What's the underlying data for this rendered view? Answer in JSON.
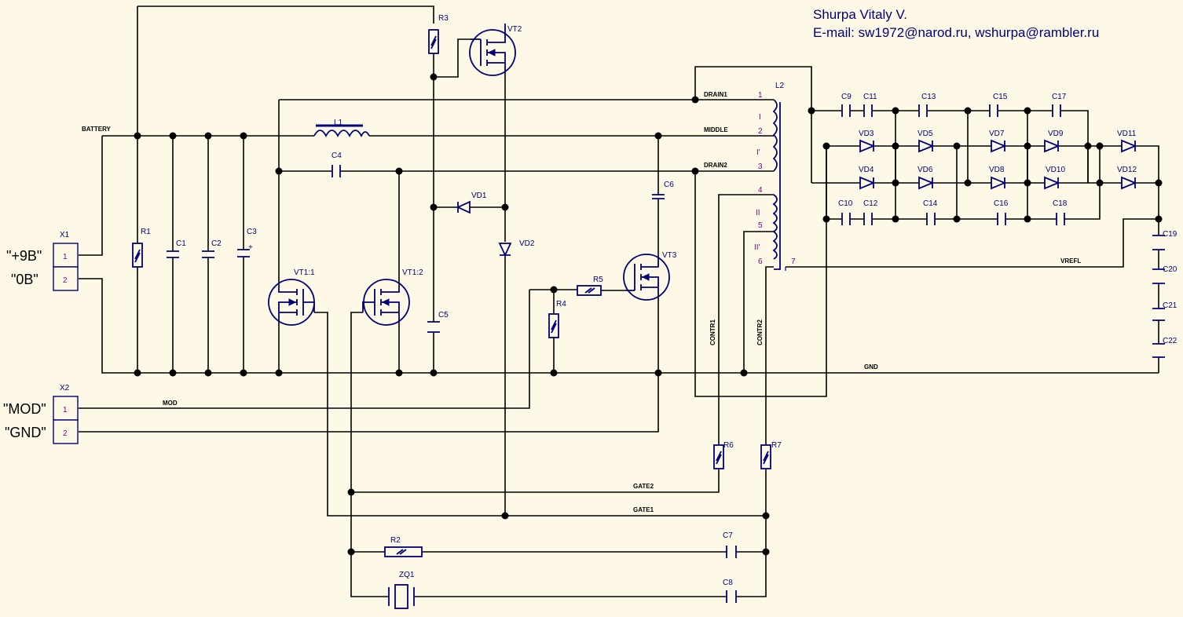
{
  "author": {
    "name": "Shurpa Vitaly V.",
    "email": "E-mail: sw1972@narod.ru, wshurpa@rambler.ru"
  },
  "connectors": {
    "x1": {
      "ref": "X1",
      "pin1": "\"+9В\"",
      "pin2": "\"0В\"",
      "n1": "1",
      "n2": "2"
    },
    "x2": {
      "ref": "X2",
      "pin1": "\"MOD\"",
      "pin2": "\"GND\"",
      "n1": "1",
      "n2": "2"
    }
  },
  "nets": {
    "battery": "BATTERY",
    "drain1": "DRAIN1",
    "middle": "MIDDLE",
    "drain2": "DRAIN2",
    "gnd": "GND",
    "mod": "MOD",
    "gate1": "GATE1",
    "gate2": "GATE2",
    "contr1": "CONTR1",
    "contr2": "CONTR2",
    "vrefl": "VREFL"
  },
  "components": {
    "r1": "R1",
    "r2": "R2",
    "r3": "R3",
    "r4": "R4",
    "r5": "R5",
    "r6": "R6",
    "r7": "R7",
    "c1": "C1",
    "c2": "C2",
    "c3": "C3",
    "c3pol": "+",
    "c4": "C4",
    "c5": "C5",
    "c6": "C6",
    "c7": "C7",
    "c8": "C8",
    "c9": "C9",
    "c10": "C10",
    "c11": "C11",
    "c12": "C12",
    "c13": "C13",
    "c14": "C14",
    "c15": "C15",
    "c16": "C16",
    "c17": "C17",
    "c18": "C18",
    "c19": "C19",
    "c20": "C20",
    "c21": "C21",
    "c22": "C22",
    "l1": "L1",
    "l2": "L2",
    "vt1a": "VT1:1",
    "vt1b": "VT1:2",
    "vt2": "VT2",
    "vt3": "VT3",
    "vd1": "VD1",
    "vd2": "VD2",
    "vd3": "VD3",
    "vd4": "VD4",
    "vd5": "VD5",
    "vd6": "VD6",
    "vd7": "VD7",
    "vd8": "VD8",
    "vd9": "VD9",
    "vd10": "VD10",
    "vd11": "VD11",
    "vd12": "VD12",
    "zq1": "ZQ1"
  },
  "transformer": {
    "p1": "1",
    "p2": "2",
    "p3": "3",
    "p4": "4",
    "p5": "5",
    "p6": "6",
    "p7": "7",
    "w1": "I",
    "w2": "I'",
    "w3": "II",
    "w4": "II'"
  }
}
